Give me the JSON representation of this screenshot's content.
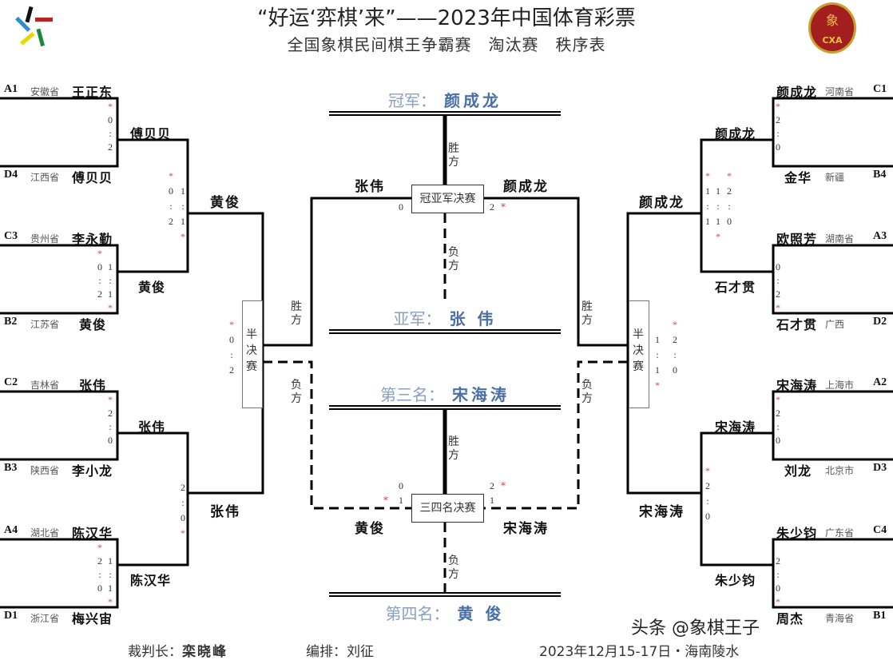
{
  "header": {
    "title": "“好运‘弈棋’来”——2023年中国体育彩票",
    "subtitle": "全国象棋民间棋王争霸赛　淘汰赛　秩序表",
    "right_logo_text": "CXA",
    "right_logo_glyph": "象"
  },
  "left_players": [
    {
      "seed": "A1",
      "province": "安徽省",
      "name": "王正东"
    },
    {
      "seed": "D4",
      "province": "江西省",
      "name": "傅贝贝"
    },
    {
      "seed": "C3",
      "province": "贵州省",
      "name": "李永勤"
    },
    {
      "seed": "B2",
      "province": "江苏省",
      "name": "黄俊"
    },
    {
      "seed": "C2",
      "province": "吉林省",
      "name": "张伟"
    },
    {
      "seed": "B3",
      "province": "陕西省",
      "name": "李小龙"
    },
    {
      "seed": "A4",
      "province": "湖北省",
      "name": "陈汉华"
    },
    {
      "seed": "D1",
      "province": "浙江省",
      "name": "梅兴宙"
    }
  ],
  "right_players": [
    {
      "seed": "C1",
      "province": "河南省",
      "name": "颜成龙"
    },
    {
      "seed": "B4",
      "province": "新疆",
      "name": "金华"
    },
    {
      "seed": "A3",
      "province": "湖南省",
      "name": "欧照芳"
    },
    {
      "seed": "D2",
      "province": "广西",
      "name": "石才贯"
    },
    {
      "seed": "A2",
      "province": "上海市",
      "name": "宋海涛"
    },
    {
      "seed": "D3",
      "province": "北京市",
      "name": "刘龙"
    },
    {
      "seed": "C4",
      "province": "广东省",
      "name": "朱少钧"
    },
    {
      "seed": "B1",
      "province": "青海省",
      "name": "周杰"
    }
  ],
  "round2_winners": {
    "left": [
      "傅贝贝",
      "黄俊",
      "张伟",
      "陈汉华"
    ],
    "right": [
      "颜成龙",
      "石才贯",
      "宋海涛",
      "朱少钧"
    ]
  },
  "round3_winners": {
    "left": [
      "黄俊",
      "张伟"
    ],
    "right": [
      "颜成龙",
      "宋海涛"
    ]
  },
  "scores": {
    "l_r1_1": [
      "*0:2"
    ],
    "l_r1_2": [
      "*0:2",
      " 1:1*"
    ],
    "l_r1_3": [
      "*2:0"
    ],
    "l_r1_4": [
      "*2:0",
      " 1:1*"
    ],
    "l_r2_1": [
      "*0:2",
      " 1:1*"
    ],
    "l_r2_2": [
      "2:0*"
    ],
    "l_semi": [
      "*0:2"
    ],
    "r_r1_1": [
      "*2:0"
    ],
    "r_r1_2": [
      " 0:2*"
    ],
    "r_r1_3": [
      "*2:0"
    ],
    "r_r1_4": [
      " 2:0*"
    ],
    "r_r2_1": [
      "*1:1",
      " 1:1*",
      "*2:0"
    ],
    "r_r2_2": [
      "*2:0"
    ],
    "r_semi": [
      " 1:1*",
      "*2:0"
    ]
  },
  "semifinal_label": "半决赛",
  "final": {
    "box_label": "冠亚军决赛",
    "left_name": "张伟",
    "right_name": "颜成龙",
    "left_score": "0",
    "right_score": "2",
    "star": "*"
  },
  "third_place_match": {
    "box_label": "三四名决赛",
    "left_name": "黄俊",
    "right_name": "宋海涛",
    "left_scores": [
      "0",
      "1"
    ],
    "right_scores": [
      "2",
      "1"
    ],
    "star": "*"
  },
  "labels": {
    "win": "胜方",
    "lose": "负方"
  },
  "placings": [
    {
      "label": "冠军：",
      "name": "颜成龙"
    },
    {
      "label": "亚军：",
      "name": "张 伟"
    },
    {
      "label": "第三名：",
      "name": "宋海涛"
    },
    {
      "label": "第四名：",
      "name": "黄 俊"
    }
  ],
  "footer": {
    "referee_label": "裁判长：",
    "referee_name": "栾晓峰",
    "arranger": "编排：刘征",
    "date_place": "2023年12月15-17日・海南陵水",
    "watermark": "头条 @象棋王子"
  }
}
